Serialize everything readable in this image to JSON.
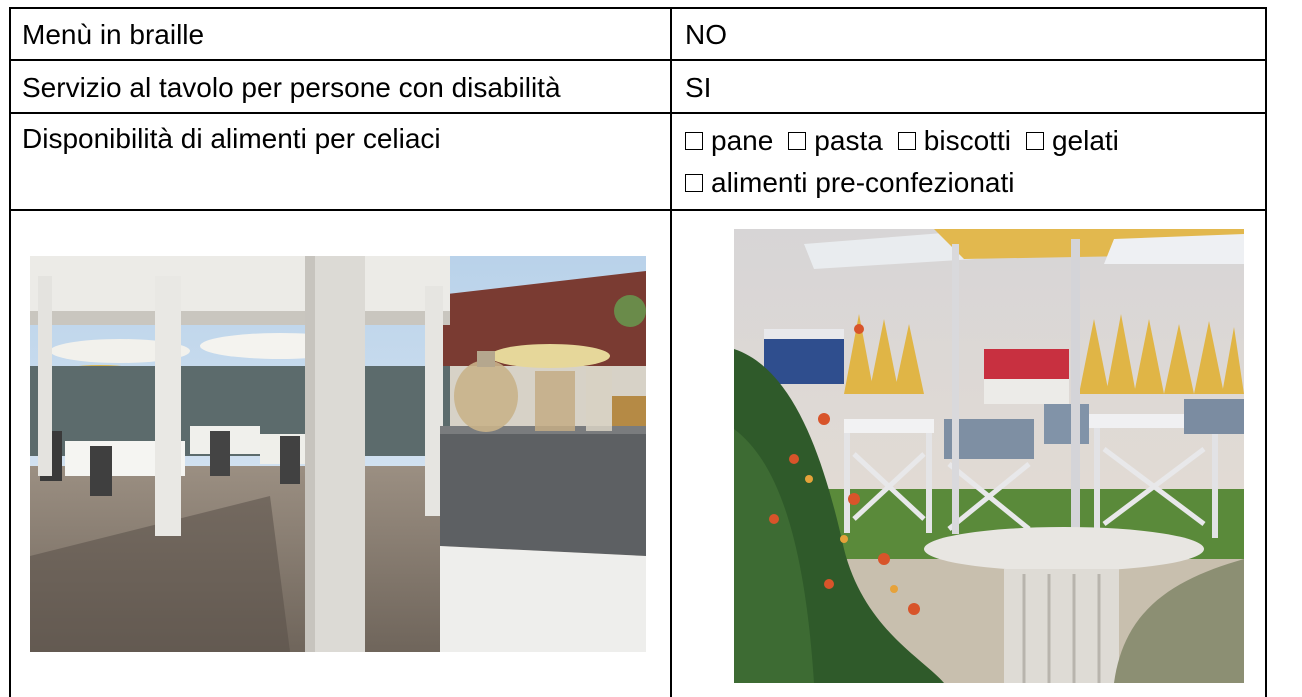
{
  "rows": [
    {
      "label": "Menù in braille",
      "value": "NO"
    },
    {
      "label": "Servizio al tavolo per persone con disabilità",
      "value": "SI"
    }
  ],
  "celiac": {
    "label": "Disponibilità di alimenti per celiaci",
    "options": [
      "pane",
      "pasta",
      "biscotti",
      "gelati",
      "alimenti pre-confezionati"
    ],
    "checked": [
      false,
      false,
      false,
      false,
      false
    ]
  },
  "colors": {
    "border": "#000000",
    "sky": "#cfe0f0",
    "umbrella_yellow": "#e8b84a",
    "grass": "#5a8a3a",
    "hut_red": "#c83040"
  },
  "photos": [
    {
      "icon": "restaurant-terrace-photo-icon"
    },
    {
      "icon": "beach-garden-photo-icon"
    }
  ]
}
